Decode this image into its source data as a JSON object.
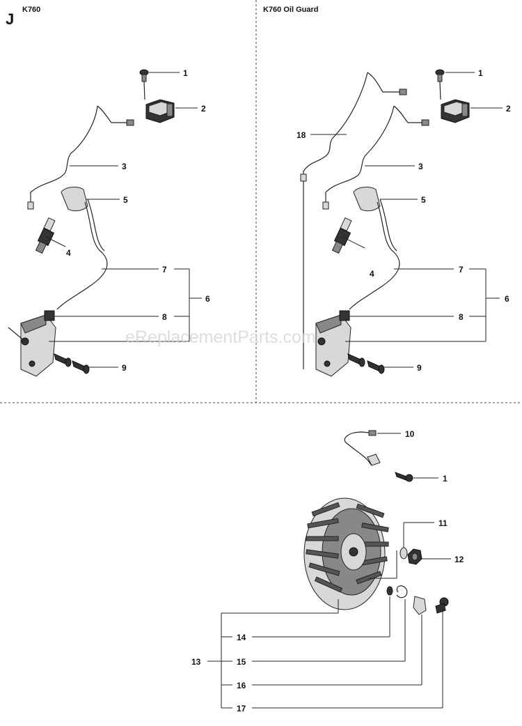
{
  "page": {
    "section_letter": "J",
    "watermark": "eReplacementParts.com"
  },
  "panels": {
    "left_title": "K760",
    "right_title": "K760 Oil Guard"
  },
  "callouts": {
    "L1": "1",
    "L2": "2",
    "L3": "3",
    "L4": "4",
    "L5": "5",
    "L6": "6",
    "L7": "7",
    "L8": "8",
    "L9": "9",
    "R1": "1",
    "R2": "2",
    "R3": "3",
    "R4": "4",
    "R5": "5",
    "R6": "6",
    "R7": "7",
    "R8": "8",
    "R9": "9",
    "R18": "18",
    "B10": "10",
    "B1": "1",
    "B11": "11",
    "B12": "12",
    "B13": "13",
    "B14": "14",
    "B15": "15",
    "B16": "16",
    "B17": "17"
  }
}
